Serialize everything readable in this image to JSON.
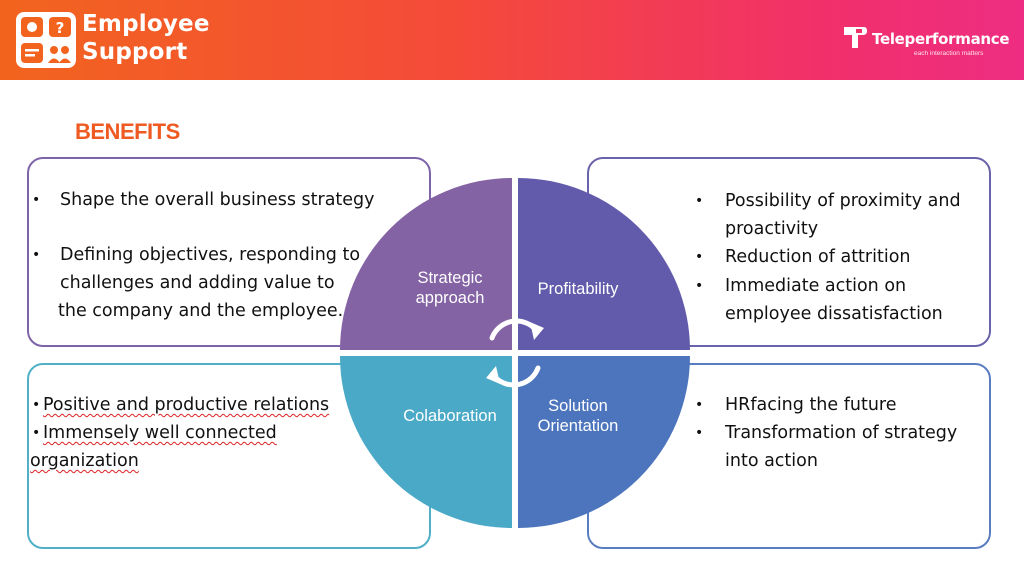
{
  "header": {
    "brand_line1": "Employee",
    "brand_line2": "Support",
    "company": "Teleperformance",
    "company_tagline": "each interaction matters",
    "logo_icon": "employee-support-icon",
    "colors": {
      "gradient_start": "#f2641e",
      "gradient_end": "#ee2d82"
    }
  },
  "title": "BENEFITS",
  "quadrants": {
    "strategic": {
      "label_line1": "Strategic",
      "label_line2": "approach",
      "color": "#8463a4"
    },
    "profitability": {
      "label": "Profitability",
      "color": "#625bab"
    },
    "colaboration": {
      "label": "Colaboration",
      "color": "#4aa9c7"
    },
    "solution": {
      "label_line1": "Solution",
      "label_line2": "Orientation",
      "color": "#4d75bd"
    }
  },
  "panels": {
    "top_left": {
      "bullet1": "Shape the overall business strategy",
      "bullet2_line1": "Defining objectives, responding to",
      "bullet2_line2": "challenges and adding value to",
      "bullet2_line3": "the company and the employee."
    },
    "top_right": {
      "bullet1_line1": "Possibility of proximity and",
      "bullet1_line2": "proactivity",
      "bullet2": "Reduction of attrition",
      "bullet3_line1": "Immediate action on",
      "bullet3_line2": "employee dissatisfaction"
    },
    "bottom_left": {
      "bullet1": "Positive and productive relations",
      "bullet2_line1": "Immensely well connected",
      "bullet2_line2": "organization"
    },
    "bottom_right": {
      "bullet1": "HRfacing the future",
      "bullet2_line1": "Transformation of strategy",
      "bullet2_line2": "into action"
    }
  },
  "bullet_char": "•",
  "center_icon": "refresh-cycle-icon"
}
